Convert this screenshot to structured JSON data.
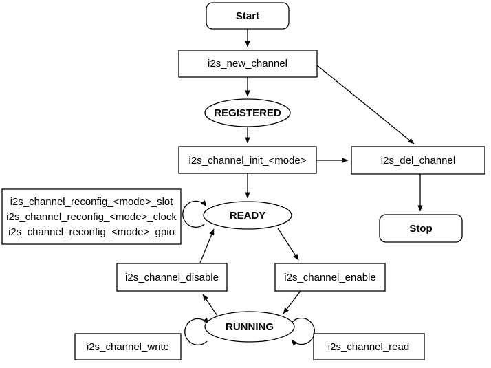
{
  "diagram": {
    "nodes": {
      "start": {
        "label": "Start"
      },
      "new_channel": {
        "label": "i2s_new_channel"
      },
      "registered": {
        "label": "REGISTERED"
      },
      "init": {
        "label": "i2s_channel_init_<mode>"
      },
      "del_channel": {
        "label": "i2s_del_channel"
      },
      "stop": {
        "label": "Stop"
      },
      "reconfig": {
        "lines": [
          "i2s_channel_reconfig_<mode>_slot",
          "i2s_channel_reconfig_<mode>_clock",
          "i2s_channel_reconfig_<mode>_gpio"
        ]
      },
      "ready": {
        "label": "READY"
      },
      "disable": {
        "label": "i2s_channel_disable"
      },
      "enable": {
        "label": "i2s_channel_enable"
      },
      "running": {
        "label": "RUNNING"
      },
      "write": {
        "label": "i2s_channel_write"
      },
      "read": {
        "label": "i2s_channel_read"
      }
    },
    "colors": {
      "state_text": "#0a64d2",
      "stroke": "#000000",
      "background": "#ffffff"
    }
  }
}
